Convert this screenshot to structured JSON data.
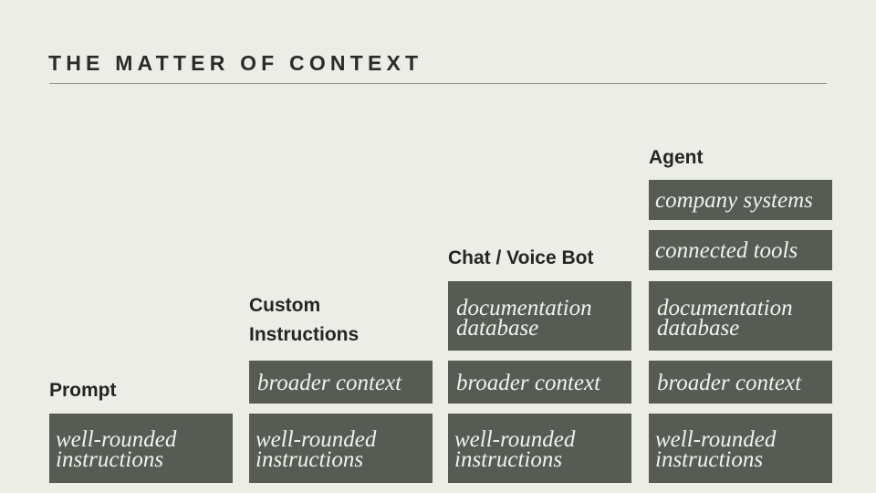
{
  "title": "THE MATTER OF CONTEXT",
  "columns": [
    {
      "label_lines": [
        "Prompt"
      ],
      "blocks": [
        [
          "well-rounded",
          "instructions"
        ]
      ]
    },
    {
      "label_lines": [
        "Custom",
        "Instructions"
      ],
      "blocks": [
        [
          "broader context"
        ],
        [
          "well-rounded",
          "instructions"
        ]
      ]
    },
    {
      "label_lines": [
        "Chat / Voice Bot"
      ],
      "blocks": [
        [
          "documentation",
          "database"
        ],
        [
          "broader context"
        ],
        [
          "well-rounded",
          "instructions"
        ]
      ]
    },
    {
      "label_lines": [
        "Agent"
      ],
      "blocks": [
        [
          "company systems"
        ],
        [
          "connected tools"
        ],
        [
          "documentation",
          "database"
        ],
        [
          "broader context"
        ],
        [
          "well-rounded",
          "instructions"
        ]
      ]
    }
  ]
}
